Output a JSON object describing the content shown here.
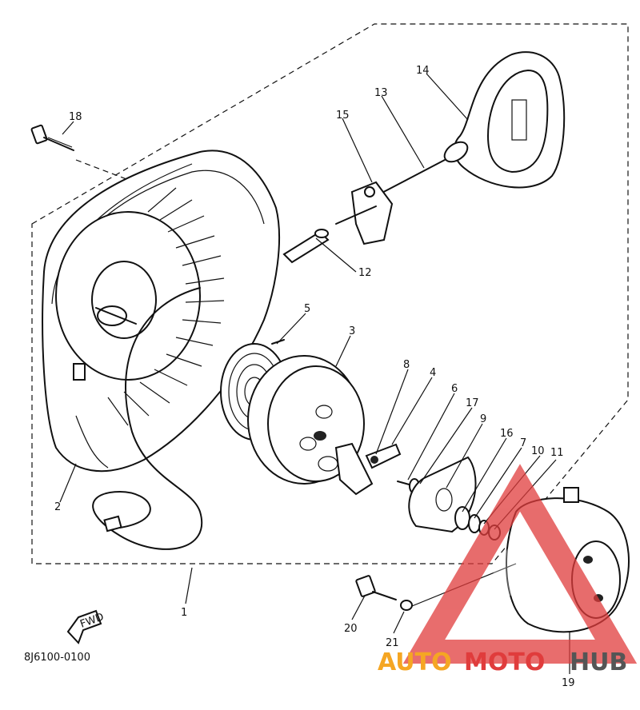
{
  "diagram": {
    "code": "8J6100-0100",
    "fwd_label": "FWD",
    "callouts": [
      "1",
      "2",
      "3",
      "4",
      "5",
      "6",
      "7",
      "8",
      "9",
      "10",
      "11",
      "12",
      "13",
      "14",
      "15",
      "16",
      "17",
      "18",
      "19",
      "20",
      "21"
    ]
  },
  "watermark": {
    "text_a": "AUTO",
    "text_b": "MOTO",
    "text_c": "HUB",
    "colors": {
      "orange": "#f5a623",
      "red": "#e03c3c",
      "gray": "#555555"
    }
  }
}
